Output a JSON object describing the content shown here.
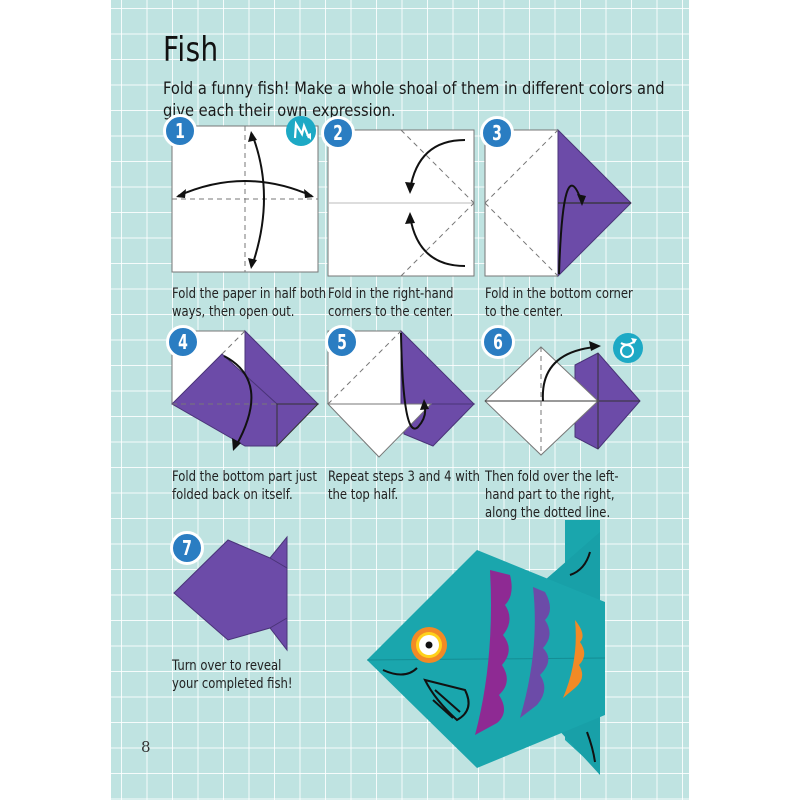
{
  "page": {
    "title": "Fish",
    "intro": "Fold a funny fish! Make a whole shoal of them in different colors and give each their own expression.",
    "page_number": "8"
  },
  "colors": {
    "background": "#bfe3e1",
    "grid": "#ffffff",
    "paper_back": "#6c4ba8",
    "step_badge": "#2a7dc2",
    "tip_icon": "#1da9c5",
    "fish_body": "#1aa6ad",
    "stripe_magenta": "#8e2a93",
    "stripe_violet": "#6c4ba8",
    "stripe_orange": "#f28a25"
  },
  "steps": [
    {
      "number": "1",
      "caption": [
        "Fold the paper in half both",
        "ways, then open out."
      ],
      "icon": "valley-fold-icon"
    },
    {
      "number": "2",
      "caption": [
        "Fold in the right-hand",
        "corners to the center."
      ]
    },
    {
      "number": "3",
      "caption": [
        "Fold in the bottom corner",
        "to the center."
      ]
    },
    {
      "number": "4",
      "caption": [
        "Fold the bottom part just",
        "folded back on itself."
      ]
    },
    {
      "number": "5",
      "caption": [
        "Repeat steps 3 and 4 with",
        "the top half."
      ]
    },
    {
      "number": "6",
      "caption": [
        "Then fold over the left-",
        "hand part to the right,",
        "along the dotted line."
      ],
      "icon": "turn-over-icon"
    },
    {
      "number": "7",
      "caption": [
        "Turn over to reveal",
        "your completed fish!"
      ]
    }
  ]
}
